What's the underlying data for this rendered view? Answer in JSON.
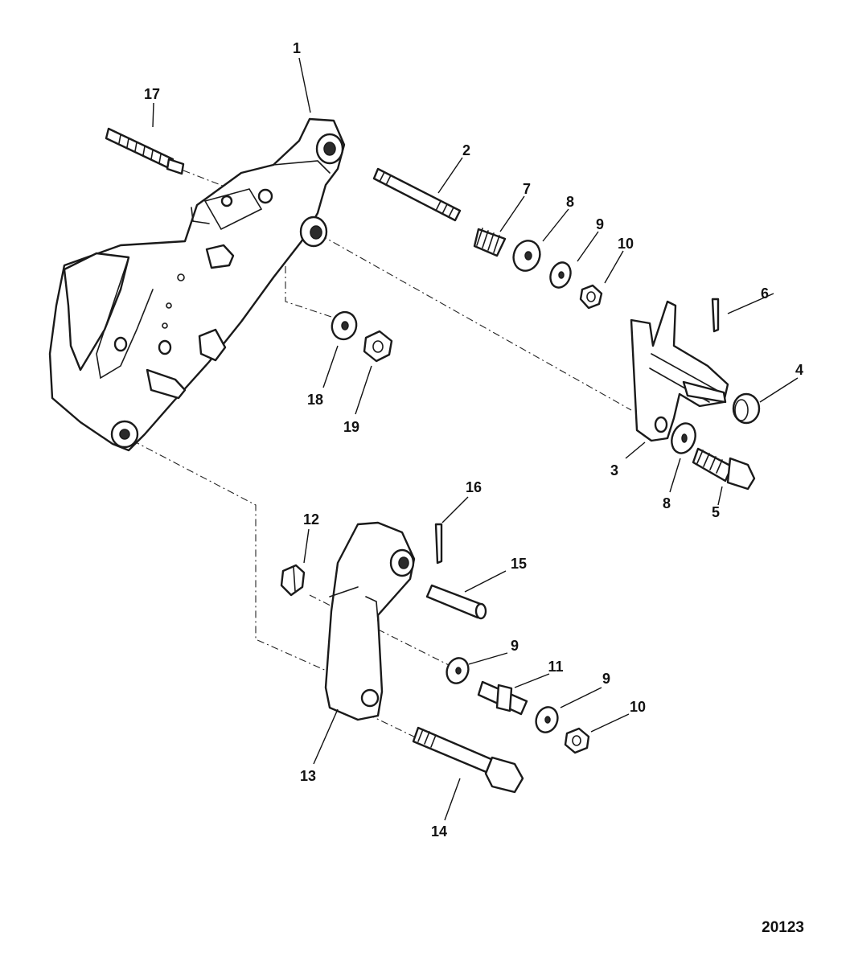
{
  "diagram": {
    "figure_id": "20123",
    "callouts": [
      "1",
      "17",
      "2",
      "7",
      "8",
      "9",
      "10",
      "6",
      "4",
      "18",
      "19",
      "3",
      "8",
      "5",
      "16",
      "12",
      "15",
      "9",
      "11",
      "9",
      "10",
      "13",
      "14"
    ]
  }
}
